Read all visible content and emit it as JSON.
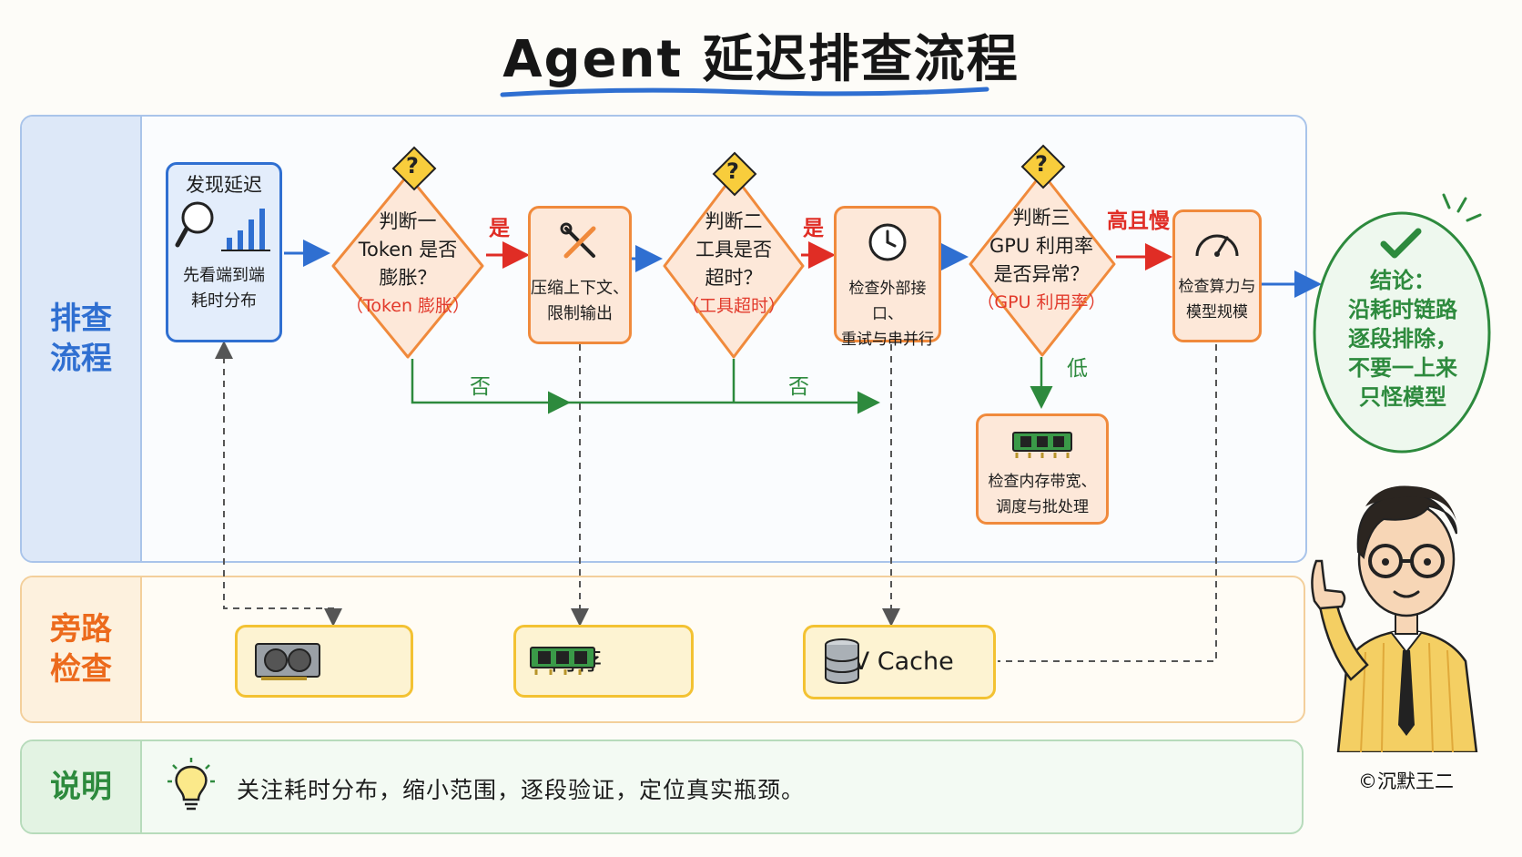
{
  "title": "Agent 延迟排查流程",
  "sections": {
    "flow": "排查流程",
    "bypass": "旁路检查",
    "note": "说明"
  },
  "start": {
    "title": "发现延迟",
    "desc1": "先看端到端",
    "desc2": "耗时分布"
  },
  "decision1": {
    "mark": "?",
    "line1": "判断一",
    "line2": "Token 是否",
    "line3": "膨胀？",
    "sub": "（Token 膨胀）"
  },
  "action1": {
    "line1": "压缩上下文、",
    "line2": "限制输出"
  },
  "decision2": {
    "mark": "?",
    "line1": "判断二",
    "line2": "工具是否",
    "line3": "超时？",
    "sub": "（工具超时）"
  },
  "action2": {
    "line1": "检查外部接口、",
    "line2": "重试与串并行"
  },
  "decision3": {
    "mark": "?",
    "line1": "判断三",
    "line2": "GPU 利用率",
    "line3": "是否异常？",
    "sub": "（GPU 利用率）"
  },
  "action3": {
    "line1": "检查算力与",
    "line2": "模型规模"
  },
  "action_low": {
    "line1": "检查内存带宽、",
    "line2": "调度与批处理"
  },
  "edges": {
    "yes1": "是",
    "yes2": "是",
    "no1": "否",
    "no2": "否",
    "high_slow": "高且慢",
    "low": "低"
  },
  "conclusion": {
    "line1": "结论：",
    "line2": "沿耗时链路",
    "line3": "逐段排除，",
    "line4": "不要一上来",
    "line5": "只怪模型"
  },
  "bypass": {
    "vram": "显存",
    "ram": "内存",
    "kv": "KV Cache"
  },
  "note_text": "关注耗时分布，缩小范围，逐段验证，定位真实瓶颈。",
  "copyright": "©沉默王二",
  "colors": {
    "blue": "#2f6fd1",
    "orange": "#f08a3c",
    "red": "#e02d25",
    "green": "#2d8a3d",
    "yellow": "#f3c233"
  }
}
